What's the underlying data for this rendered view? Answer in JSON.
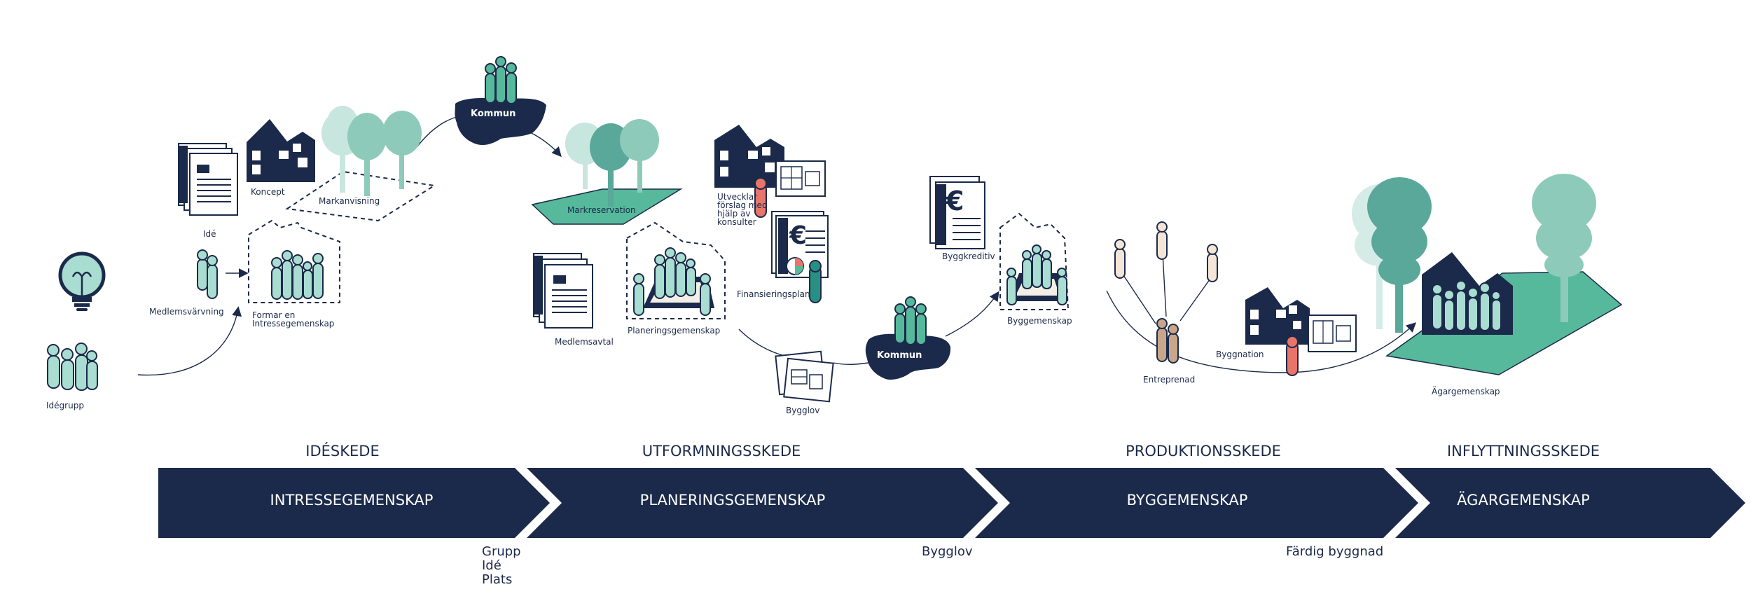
{
  "phases": [
    "IDÉSKEDE",
    "UTFORMNINGSSKEDE",
    "PRODUKTIONSSKEDE",
    "INFLYTTNINGSSKEDE"
  ],
  "bands": [
    "INTRESSEGEMENSKAP",
    "PLANERINGSGEMENSKAP",
    "BYGGEMENSKAP",
    "ÄGARGEMENSKAP"
  ],
  "milestones": {
    "first": [
      "Grupp",
      "Idé",
      "Plats"
    ],
    "second": "Bygglov",
    "third": "Färdig byggnad"
  },
  "labels": {
    "idegrupp": "Idégrupp",
    "ide": "Idé",
    "koncept": "Koncept",
    "markanvisning": "Markanvisning",
    "medlemsvarvning": "Medlemsvärvning",
    "formar_1": "Formar en",
    "formar_2": "Intressegemenskap",
    "kommun": "Kommun",
    "markreservation": "Markreservation",
    "utvecklar": [
      "Utvecklar",
      "förslag med",
      "hjälp av",
      "konsulter"
    ],
    "finansieringsplan": "Finansieringsplan",
    "medlemsavtal": "Medlemsavtal",
    "planeringsgemenskap": "Planeringsgemenskap",
    "bygglov": "Bygglov",
    "kommun2": "Kommun",
    "byggkreditiv": "Byggkreditiv",
    "byggemenskap": "Byggemenskap",
    "entreprenad": "Entreprenad",
    "byggnation": "Byggnation",
    "agargemenskap": "Ägargemenskap"
  },
  "colors": {
    "navy": "#1b2a4a",
    "teal": "#56b99b",
    "mint": "#a9ddd1",
    "tree": "#5aa89a",
    "coral": "#e8756a",
    "tan": "#c9a68a"
  }
}
